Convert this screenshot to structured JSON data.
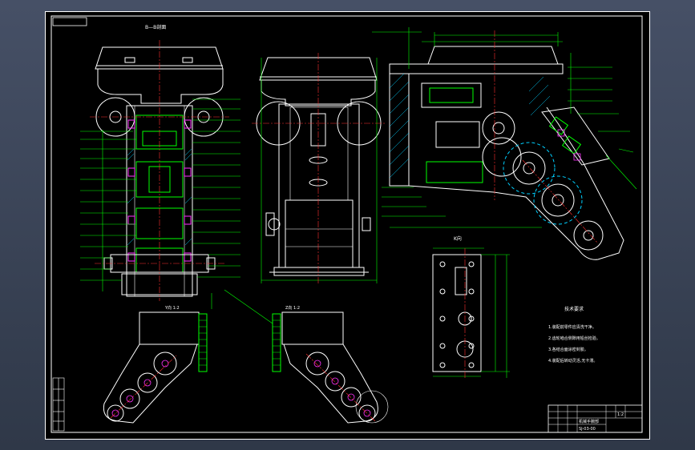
{
  "drawing": {
    "colors": {
      "background": "#000000",
      "frame": "#ffffff",
      "outline": "#ffffff",
      "dimension": "#00ff00",
      "centerline": "#ff3030",
      "highlight": "#ff33ff",
      "hatch": "#00d0ff",
      "note": "#ffff00"
    },
    "views": {
      "section_title": "B—B剖面",
      "view_k": "K向",
      "view_left": "Y向 1:2",
      "view_right": "Z向 1:2"
    },
    "notes": {
      "title": "技术要求",
      "lines": [
        "1.装配前零件应清洗干净。",
        "2.齿轮啮合侧隙用铅丝检验。",
        "3.各结合面涂密封胶。",
        "4.装配后转动灵活,无卡滞。"
      ]
    },
    "title_block": {
      "name": "机械手腕部",
      "drawing_no": "SJ-03-00",
      "scale": "1:2"
    }
  }
}
